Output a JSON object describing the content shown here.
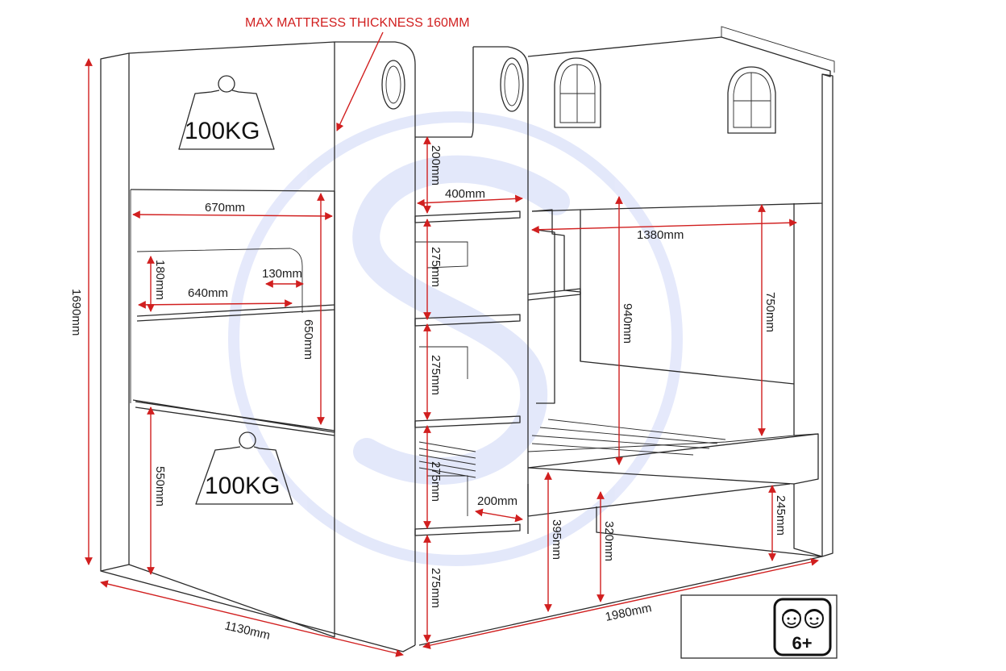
{
  "header_note": "MAX MATTRESS THICKNESS 160MM",
  "weight_labels": {
    "top": "100KG",
    "bottom": "100KG"
  },
  "dimensions": {
    "overall_height": "1690mm",
    "depth": "1130mm",
    "length": "1980mm",
    "opening_width": "670mm",
    "shelf_width": "640mm",
    "shelf_gap": "130mm",
    "shelf_height": "180mm",
    "lower_clearance": "650mm",
    "bottom_panel": "550mm",
    "ladder_top": "200mm",
    "ladder_step_width": "400mm",
    "step_1": "275mm",
    "step_2": "275mm",
    "step_3": "275mm",
    "step_bottom": "275mm",
    "step_depth": "200mm",
    "inner_length": "1380mm",
    "top_height": "940mm",
    "panel_height": "750mm",
    "base_height": "395mm",
    "under_clearance": "320mm",
    "foot_height": "245mm"
  },
  "age_badge": {
    "label": "6+",
    "icon": "children-faces-icon"
  },
  "colors": {
    "dimension": "#d11f1f",
    "outline": "#2b2b2b",
    "watermark": "#3355dd"
  }
}
